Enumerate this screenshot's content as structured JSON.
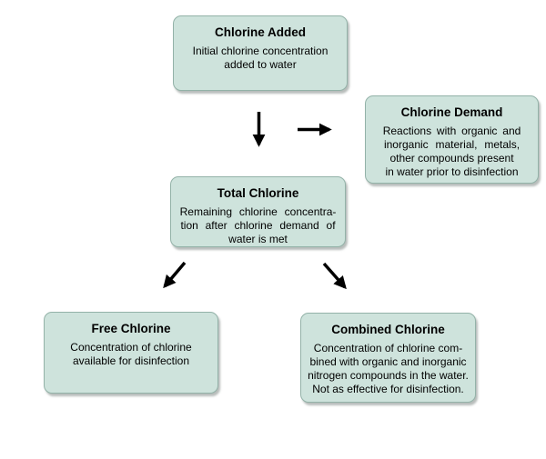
{
  "diagram": {
    "topic": "Chlorine in water disinfection flow diagram",
    "style": {
      "box_fill": "#cee3dc",
      "box_border": "#93b2a8",
      "shadow": "#7d8784",
      "arrow_color": "#000000",
      "text_color": "#000000",
      "background": "#ffffff"
    },
    "boxes": {
      "chlorine_added": {
        "title": "Chlorine Added",
        "lines": [
          "Initial chlorine concentration",
          "added to water"
        ]
      },
      "chlorine_demand": {
        "title": "Chlorine Demand",
        "lines": [
          "Reactions with organic and",
          "inorganic material, metals,",
          "other compounds present",
          "in water prior to disinfection"
        ]
      },
      "total_chlorine": {
        "title": "Total Chlorine",
        "lines": [
          "Remaining chlorine concentra-",
          "tion after chlorine demand of",
          "water is met"
        ]
      },
      "free_chlorine": {
        "title": "Free Chlorine",
        "lines": [
          "Concentration of chlorine",
          "available for disinfection"
        ]
      },
      "combined_chlorine": {
        "title": "Combined Chlorine",
        "lines": [
          "Concentration of chlorine com-",
          "bined with organic and inorganic",
          "nitrogen compounds in the water.",
          "Not as effective for disinfection."
        ]
      }
    },
    "arrows": [
      {
        "name": "chlorine-added-to-total-chlorine",
        "direction": "down"
      },
      {
        "name": "to-chlorine-demand",
        "direction": "right"
      },
      {
        "name": "total-chlorine-to-free-chlorine",
        "direction": "down-left"
      },
      {
        "name": "total-chlorine-to-combined-chlorine",
        "direction": "down-right"
      }
    ]
  }
}
